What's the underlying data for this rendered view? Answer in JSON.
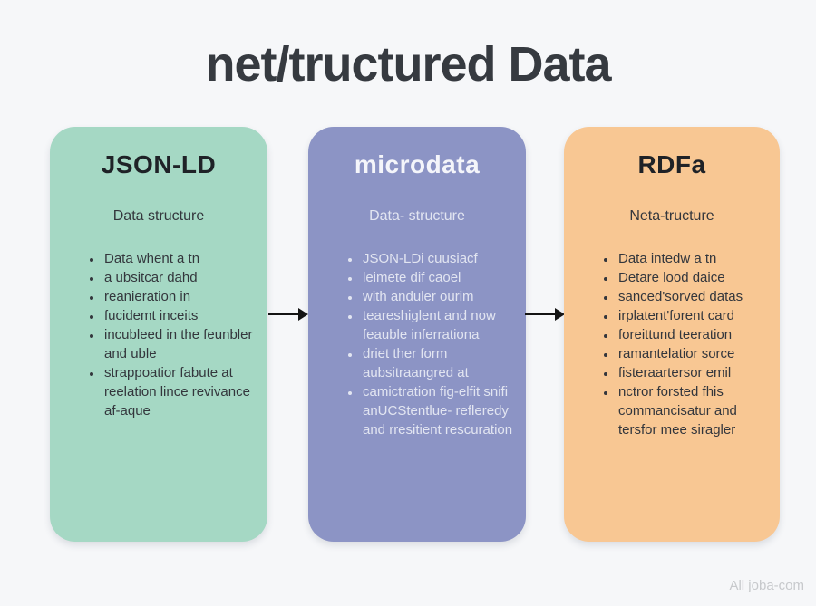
{
  "title": "net/tructured Data",
  "watermark": "All joba-com",
  "colors": {
    "background": "#f6f7f9",
    "title_text": "#363a40",
    "arrow": "#141414",
    "watermark_text": "#c7c9cc",
    "card1_bg": "#a5d8c4",
    "card2_bg": "#8c94c5",
    "card3_bg": "#f8c793"
  },
  "cards": [
    {
      "title": "JSON-LD",
      "subtitle": "Data structure",
      "bg": "#a5d8c4",
      "title_color": "#1f2227",
      "text_color": "#33363c",
      "bullets": [
        "Data whent a tn",
        "a ubsitcar dahd",
        "reanieration in",
        "fucidemt inceits",
        "incubleed in the feunbler and uble",
        "strappoatior fabute at reelation lince revivance af-aque"
      ]
    },
    {
      "title": "microdata",
      "subtitle": "Data- structure",
      "bg": "#8c94c5",
      "title_color": "#f4f5fa",
      "text_color": "#e2e5f1",
      "bullets": [
        "JSON-LDi cuusiacf",
        "leimete dif caoel",
        "with anduler ourim",
        "teareshiglent and now feauble inferrationa",
        "driet ther form aubsitraangred at",
        "camictration fig-elfit snifi anUCStentlue- refleredy and rresitient rescuration"
      ]
    },
    {
      "title": "RDFa",
      "subtitle": "Neta-tructure",
      "bg": "#f8c793",
      "title_color": "#1f2227",
      "text_color": "#33363c",
      "bullets": [
        "Data intedw a tn",
        "Detare lood daice",
        "sanced'sorved datas",
        "irplatent'forent card",
        "foreittund teeration",
        "ramantelatior sorce",
        "fisteraartersor emil",
        "nctror forsted fhis commancisatur and tersfor mee siragler"
      ]
    }
  ]
}
